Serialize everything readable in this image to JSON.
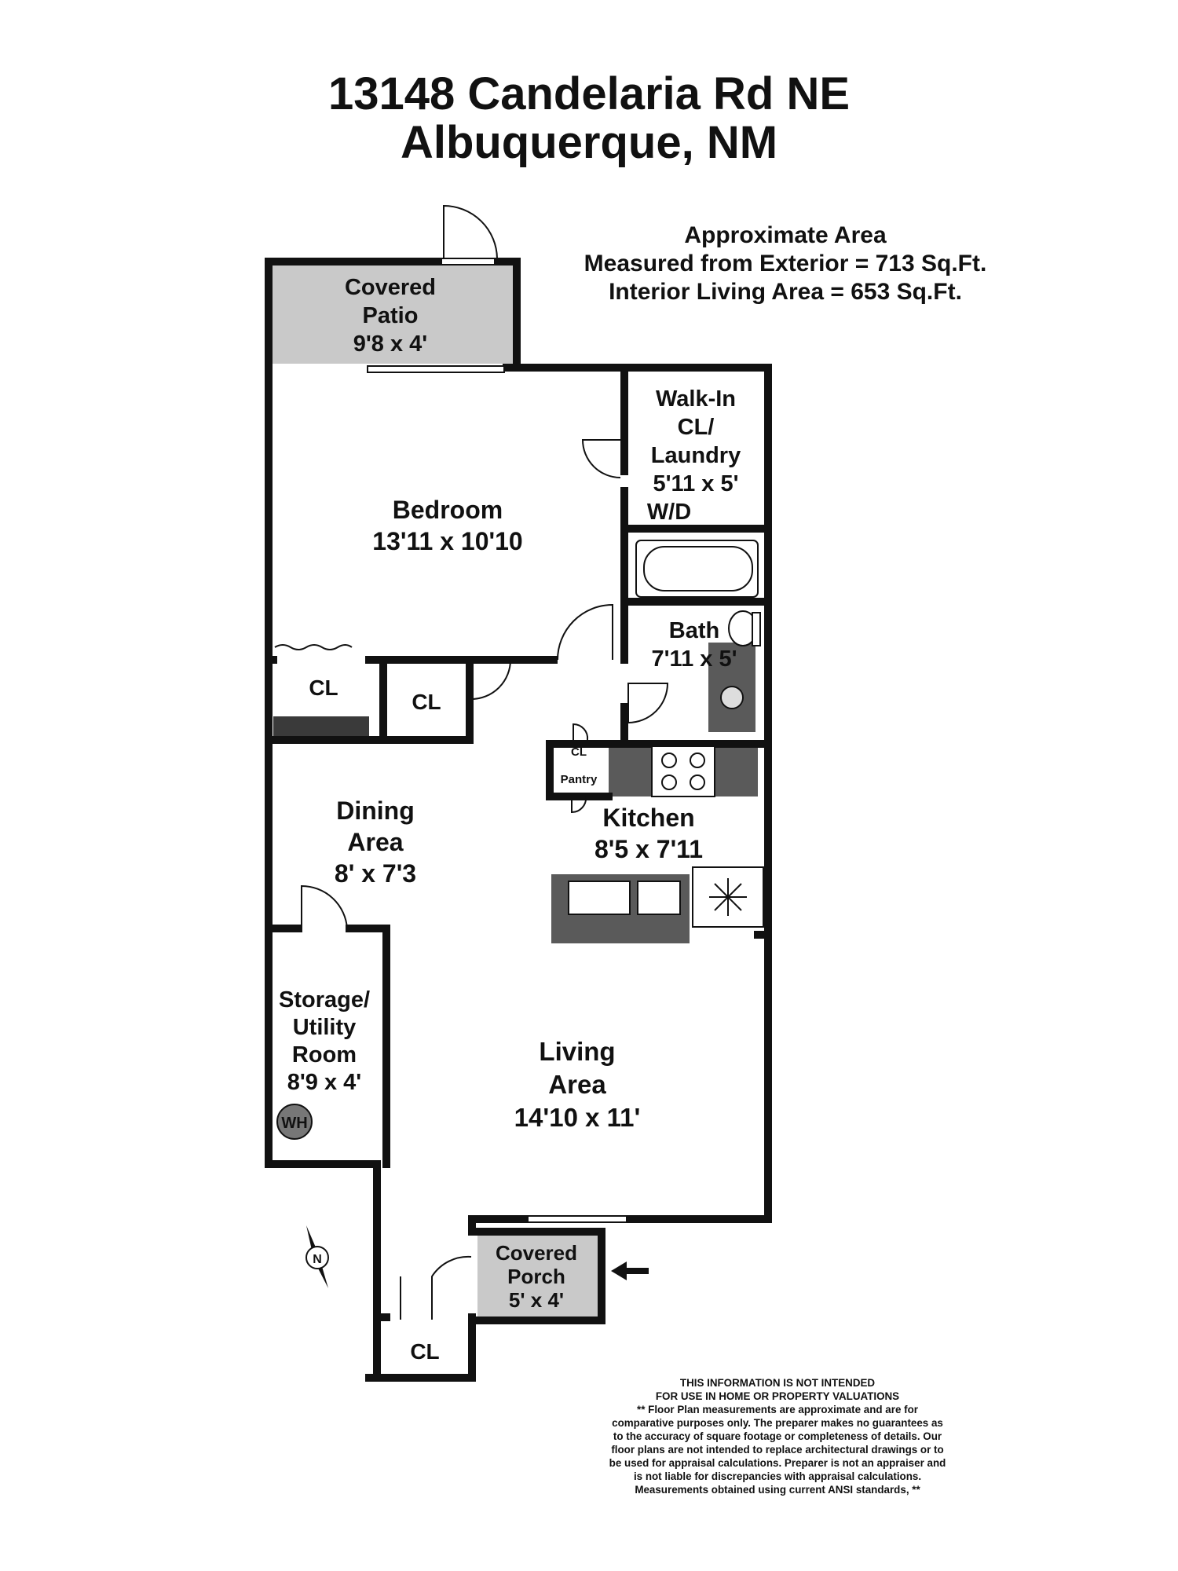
{
  "header": {
    "address_line1": "13148 Candelaria Rd NE",
    "address_line2": "Albuquerque, NM"
  },
  "area_summary": {
    "heading": "Approximate Area",
    "exterior": "Measured from Exterior = 713 Sq.Ft.",
    "interior": "Interior Living Area = 653 Sq.Ft."
  },
  "rooms": {
    "patio": {
      "lines": [
        "Covered",
        "Patio"
      ],
      "dims": "9'8 x 4'"
    },
    "walkin": {
      "lines": [
        "Walk-In",
        "CL/",
        "Laundry"
      ],
      "dims": "5'11 x 5'",
      "note": "W/D"
    },
    "bedroom": {
      "name": "Bedroom",
      "dims": "13'11 x 10'10"
    },
    "bath": {
      "name": "Bath",
      "dims": "7'11 x 5'"
    },
    "closet_left": "CL",
    "closet_mid": "CL",
    "closet_small": "CL",
    "pantry": "Pantry",
    "closet_bottom": "CL",
    "dining": {
      "lines": [
        "Dining",
        "Area"
      ],
      "dims": "8' x 7'3"
    },
    "kitchen": {
      "name": "Kitchen",
      "dims": "8'5 x 7'11"
    },
    "storage": {
      "lines": [
        "Storage/",
        "Utility",
        "Room"
      ],
      "dims": "8'9 x 4'",
      "fixture": "WH"
    },
    "living": {
      "lines": [
        "Living",
        "Area"
      ],
      "dims": "14'10 x 11'"
    },
    "porch": {
      "lines": [
        "Covered",
        "Porch"
      ],
      "dims": "5' x 4'"
    }
  },
  "compass": {
    "label": "N"
  },
  "disclaimer": {
    "lines": [
      "THIS INFORMATION IS NOT INTENDED",
      "FOR USE IN HOME OR PROPERTY VALUATIONS",
      "** Floor Plan measurements are approximate and are for",
      "comparative purposes only. The preparer makes no guarantees as",
      "to the accuracy of square footage or completeness of details. Our",
      "floor plans are not intended to replace architectural drawings or to",
      "be used for appraisal calculations. Preparer is not an appraiser and",
      "is not liable for discrepancies with appraisal calculations.",
      "Measurements obtained using current ANSI standards, **"
    ]
  },
  "colors": {
    "wall": "#111111",
    "covered_fill": "#c9c9c9",
    "counter_fill": "#5a5a5a",
    "closet_strip": "#3a3a3a"
  }
}
